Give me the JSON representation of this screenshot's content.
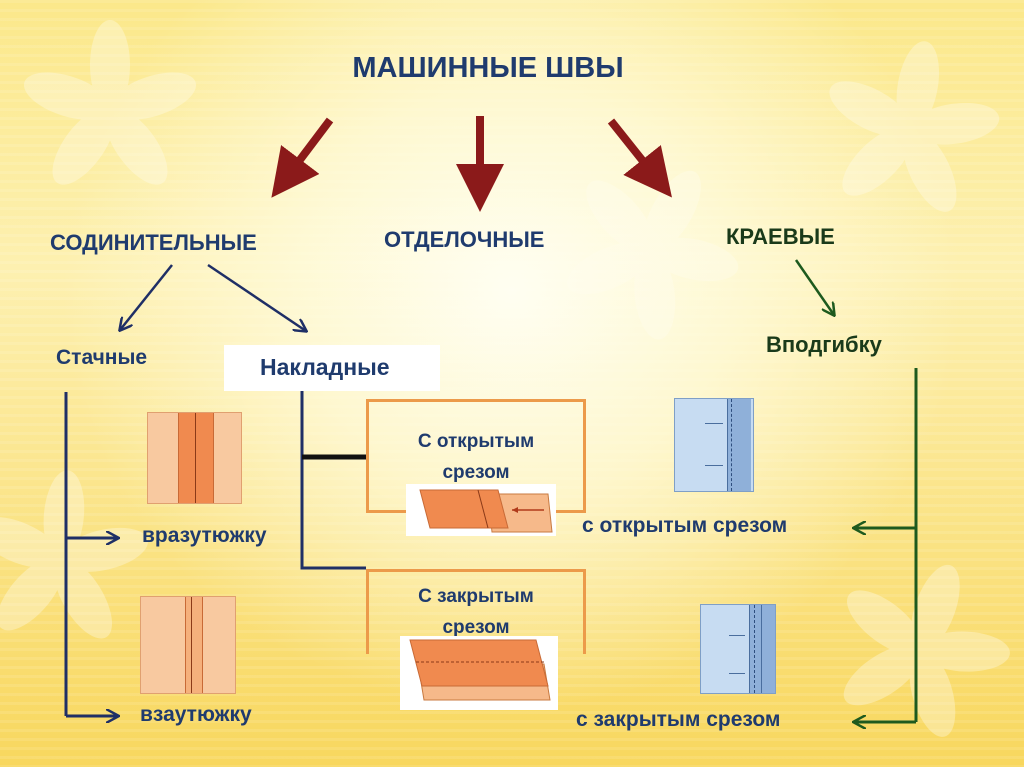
{
  "title": "МАШИННЫЕ ШВЫ",
  "categories": {
    "left": "СОДИНИТЕЛЬНЫЕ",
    "center": "ОТДЕЛОЧНЫЕ",
    "right": "КРАЕВЫЕ"
  },
  "left_branch": {
    "stachnye": "Стачные",
    "nakladnye": "Накладные",
    "vrazutyuzhku": "вразутюжку",
    "vzautyuzhku": "взаутюжку"
  },
  "nakladnye_boxes": {
    "open_line1": "С открытым",
    "open_line2": "срезом",
    "closed_line1": "С закрытым",
    "closed_line2": "срезом"
  },
  "right_branch": {
    "vpodgibku": "Вподгибку",
    "open_cut": "с открытым  срезом",
    "closed_cut": "с закрытым срезом"
  },
  "colors": {
    "title_text": "#1f3b6e",
    "red_arrows": "#8b1a1a",
    "navy_lines": "#1f2f66",
    "green_lines": "#1e5a1e",
    "orange_boxes": "#ec9a4a",
    "seam_peach": "#f6b98a",
    "seam_orange": "#f08a4f",
    "edge_blue": "#a9c4e6"
  }
}
